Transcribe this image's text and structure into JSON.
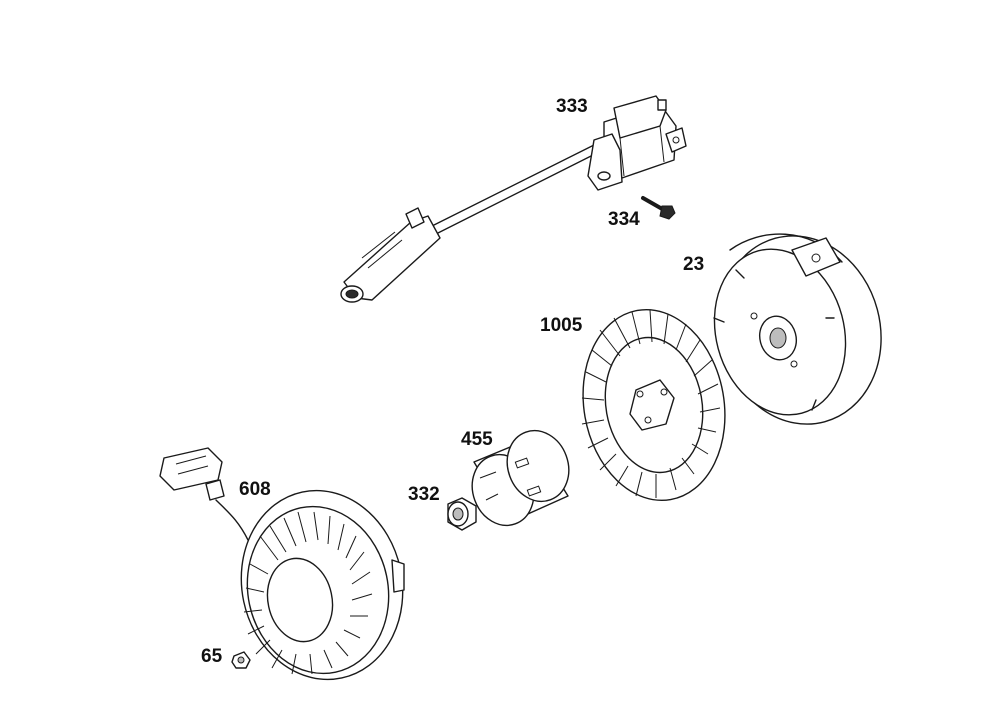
{
  "parts": [
    {
      "id": "ignition-coil",
      "number": "333"
    },
    {
      "id": "coil-screw",
      "number": "334"
    },
    {
      "id": "flywheel",
      "number": "23"
    },
    {
      "id": "fan",
      "number": "1005"
    },
    {
      "id": "starter-cup",
      "number": "455"
    },
    {
      "id": "flywheel-nut",
      "number": "332"
    },
    {
      "id": "rewind-starter",
      "number": "608"
    },
    {
      "id": "starter-screw",
      "number": "65"
    }
  ],
  "colors": {
    "line": "#1a1a1a",
    "background": "#ffffff",
    "label": "#111111"
  }
}
